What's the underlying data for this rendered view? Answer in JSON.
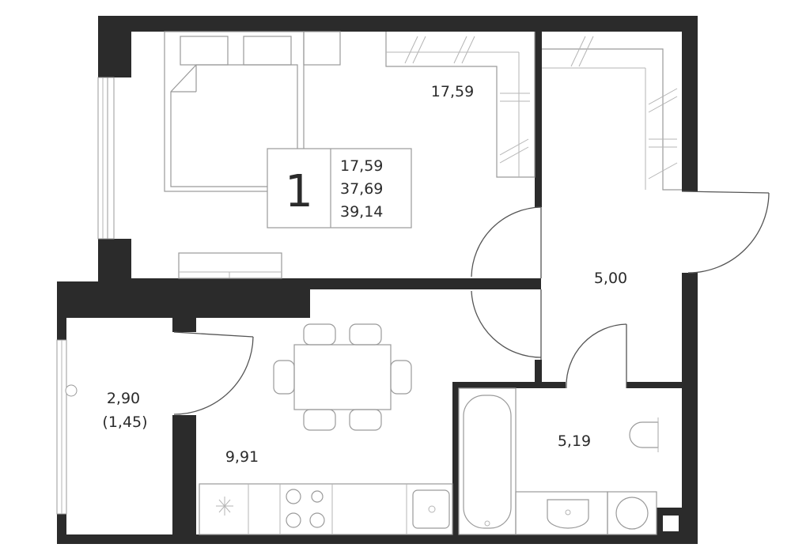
{
  "plan": {
    "rooms_count": "1",
    "summary": {
      "living_area": "17,59",
      "total_area": "37,69",
      "total_with_balcony": "39,14"
    },
    "rooms": {
      "bedroom": "17,59",
      "hall": "5,00",
      "kitchen": "9,91",
      "bathroom": "5,19",
      "balcony": "2,90",
      "balcony_reduced": "(1,45)"
    },
    "colors": {
      "wall": "#2b2b2b",
      "furniture": "#9a9a9a",
      "background": "#ffffff"
    }
  }
}
